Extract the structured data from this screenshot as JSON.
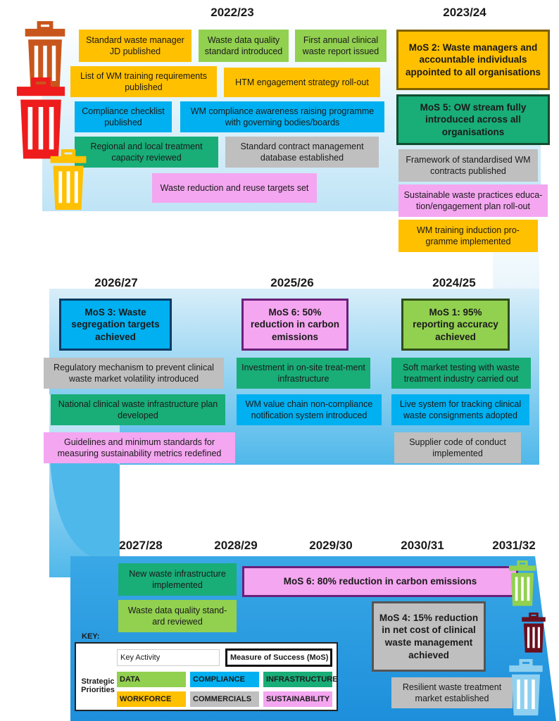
{
  "years": {
    "y2022": "2022/23",
    "y2023": "2023/24",
    "y2024": "2024/25",
    "y2025": "2025/26",
    "y2026": "2026/27",
    "y2027": "2027/28",
    "y2028": "2028/29",
    "y2029": "2029/30",
    "y2030": "2030/31",
    "y2031": "2031/32"
  },
  "activities": {
    "std_wm_jd": "Standard waste manager JD published",
    "data_quality_std": "Waste data quality standard introduced",
    "annual_report": "First annual clinical waste report issued",
    "training_reqs": "List of WM training requirements published",
    "htm_strategy": "HTM engagement strategy roll-out",
    "compliance_checklist": "Compliance checklist published",
    "awareness_programme": "WM compliance awareness raising programme with governing bodies/boards",
    "treatment_capacity": "Regional and local treatment capacity reviewed",
    "contract_db": "Standard contract management database established",
    "reduction_targets": "Waste reduction and reuse targets set",
    "framework_contracts": "Framework of standardised WM contracts published",
    "sust_education": "Sustainable waste practices educa-tion/engagement plan roll-out",
    "training_induction": "WM training induction pro-gramme implemented",
    "regulatory_mechanism": "Regulatory mechanism to prevent clinical waste market volatility introduced",
    "national_infra_plan": "National clinical waste infrastructure plan developed",
    "guidelines_sust": "Guidelines and minimum standards for measuring sustainability metrics redefined",
    "onsite_investment": "Investment in on-site treat-ment infrastructure",
    "noncompliance_system": "WM value chain non-compliance notification system introduced",
    "soft_market": "Soft market testing with waste treatment industry carried out",
    "live_tracking": "Live system for tracking clinical waste consignments adopted",
    "supplier_code": "Supplier code of conduct implemented",
    "new_infra": "New waste infrastructure implemented",
    "dq_reviewed": "Waste data quality stand-ard reviewed",
    "resilient_market": "Resilient waste treatment market established"
  },
  "mos": {
    "mos2": "MoS 2: Waste managers and accountable individuals appointed to all organisations",
    "mos5": "MoS 5: OW stream fully introduced across all organisations",
    "mos1": "MoS 1: 95% reporting accuracy achieved",
    "mos6a": "MoS 6: 50% reduction in carbon emissions",
    "mos3": "MoS 3: Waste segregation targets achieved",
    "mos6b": "MoS 6: 80% reduction in carbon emissions",
    "mos4": "MoS 4: 15% reduction in net cost of clinical waste management achieved"
  },
  "key": {
    "title": "KEY:",
    "key_activity": "Key Activity",
    "mos_label": "Measure of Success (MoS)",
    "strategic": "Strategic Priorities",
    "data": "DATA",
    "compliance": "COMPLIANCE",
    "infrastructure": "INFRASTRUCTURE",
    "workforce": "WORKFORCE",
    "commercials": "COMMERCIALS",
    "sustainability": "SUSTAINABILITY"
  },
  "colors": {
    "data": "#92d050",
    "compliance": "#00b0f0",
    "infrastructure": "#19ad78",
    "workforce": "#ffc000",
    "commercials": "#bfbfbf",
    "sustainability": "#f4a6f0",
    "bin_orange": "#c8561c",
    "bin_red": "#ee1c1c",
    "bin_yellow": "#ffc000",
    "bin_green": "#92d050",
    "bin_maroon": "#6b0f1e",
    "bin_lightblue": "#8fd0f0"
  },
  "icons": [
    "orange-bin-icon",
    "red-bin-icon",
    "yellow-bin-icon",
    "green-bin-icon",
    "maroon-bin-icon",
    "lightblue-bin-icon"
  ]
}
